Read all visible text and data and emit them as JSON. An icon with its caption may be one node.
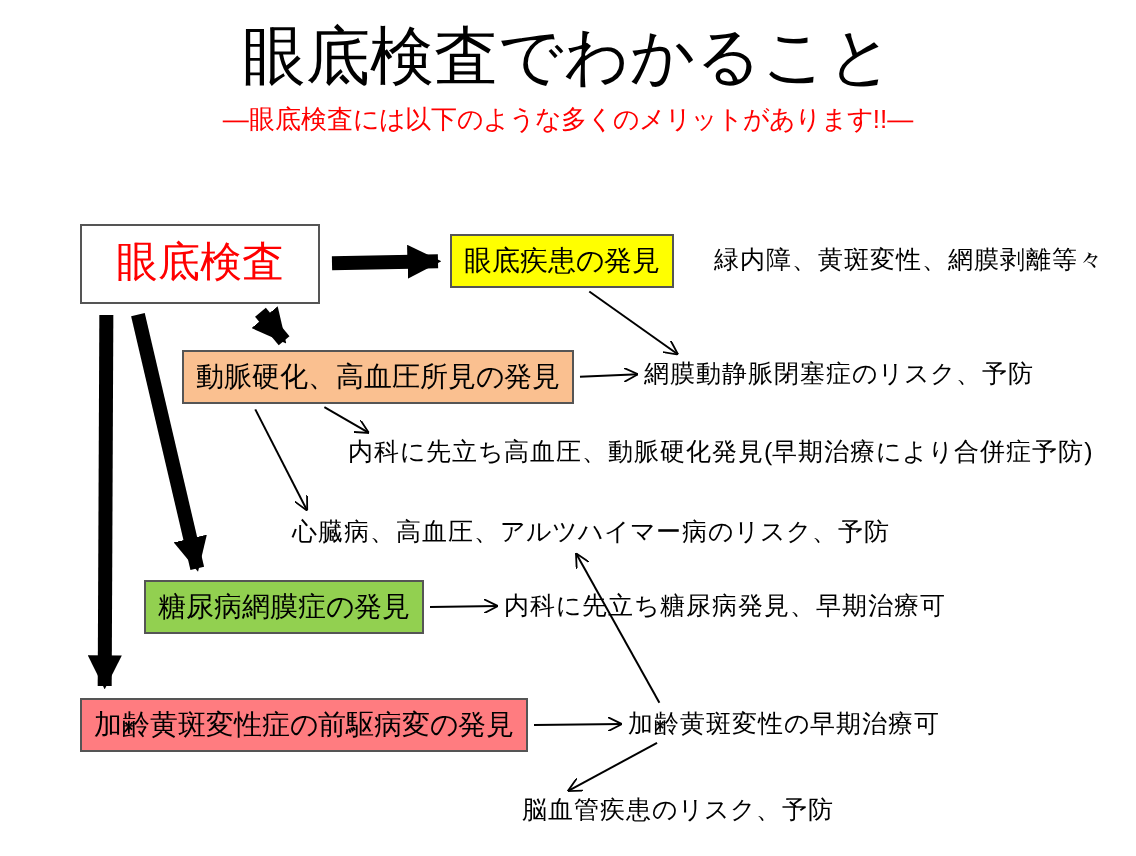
{
  "diagram": {
    "title": "眼底検査でわかること",
    "caption": "—眼底検査には以下のような多くのメリットがあります!!—",
    "nodes": [
      {
        "text": [
          "眼底検査"
        ]
      },
      {
        "text": [
          "眼底疾患の発見"
        ],
        "beside": [
          "緑内障、黄斑変性、網膜剥離等々"
        ]
      },
      {
        "text": [
          "動脈硬化、高血圧所見の発見"
        ]
      },
      {
        "text": [
          "網膜動静脈閉塞症のリスク、予防"
        ]
      },
      {
        "text": [
          "内科に先立ち高血圧、動脈硬化発見(早期治療により合併症予防)"
        ]
      },
      {
        "text": [
          "心臓病、高血圧、アルツハイマー病のリスク、予防"
        ]
      },
      {
        "text": [
          "糖尿病網膜症の発見"
        ]
      },
      {
        "text": [
          "内科に先立ち糖尿病発見、早期治療可"
        ]
      },
      {
        "text": [
          "加齢黄斑変性症の前駆病変の発見"
        ]
      },
      {
        "text": [
          "加齢黄斑変性の早期治療可"
        ]
      },
      {
        "text": [
          "脳血管疾患のリスク、予防"
        ]
      }
    ],
    "edges": [
      {
        "from": 0,
        "to": 1,
        "arrow": "to",
        "style": "thick"
      },
      {
        "from": 0,
        "to": 2,
        "arrow": "to",
        "style": "thick"
      },
      {
        "from": 0,
        "to": 6,
        "arrow": "to",
        "style": "thick"
      },
      {
        "from": 0,
        "to": 8,
        "arrow": "to",
        "style": "thick"
      },
      {
        "from": 1,
        "to": 3,
        "arrow": "to"
      },
      {
        "from": 2,
        "to": 3,
        "arrow": "to"
      },
      {
        "from": 2,
        "to": 4,
        "arrow": "to"
      },
      {
        "from": 2,
        "to": 5,
        "arrow": "to"
      },
      {
        "from": 6,
        "to": 7,
        "arrow": "to"
      },
      {
        "from": 8,
        "to": 9,
        "arrow": "to"
      },
      {
        "from": 9,
        "to": 5,
        "arrow": "to"
      },
      {
        "from": 9,
        "to": 10,
        "arrow": "to"
      }
    ]
  }
}
